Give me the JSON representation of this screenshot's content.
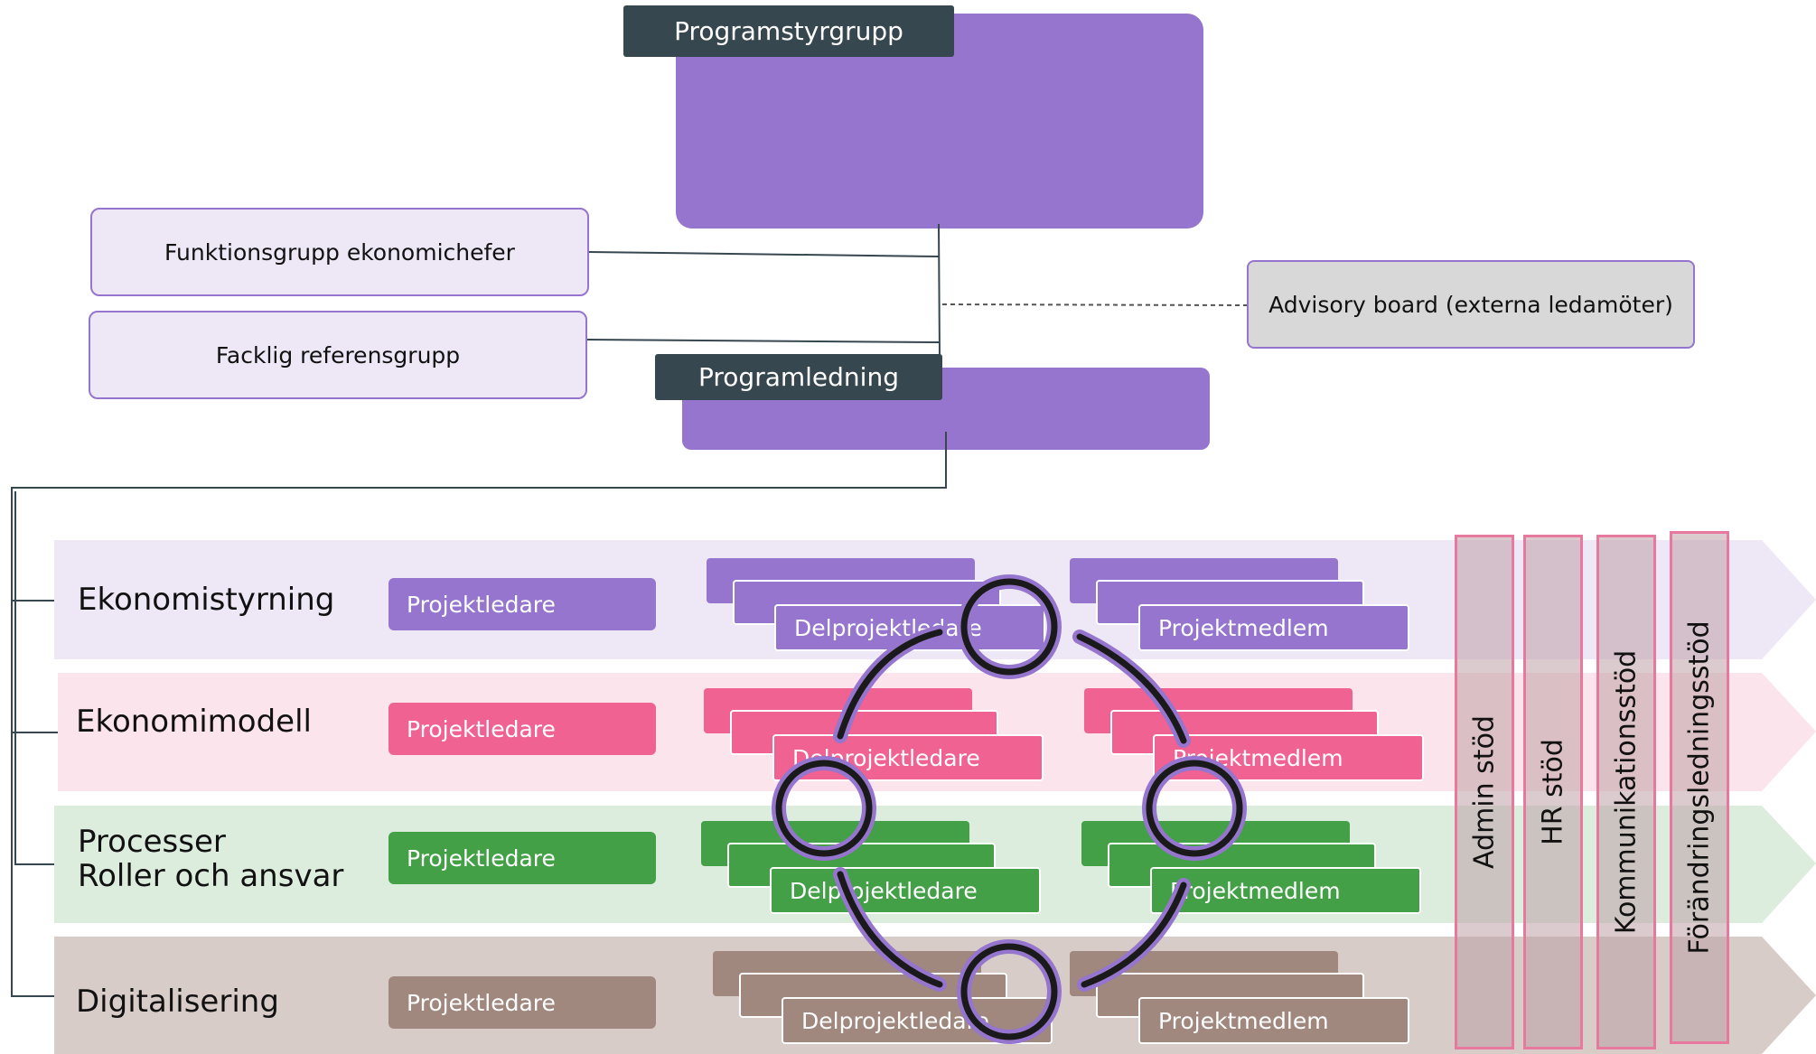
{
  "steering_group": {
    "title": "Programstyrgrupp"
  },
  "program_management": {
    "title": "Programledning"
  },
  "side_groups": {
    "functional_group": "Funktionsgrupp ekonomichefer",
    "union_reference": "Facklig referensgrupp",
    "advisory_board": "Advisory board (externa ledamöter)"
  },
  "lanes": [
    {
      "label": "Ekonomistyrning",
      "color": "#9575cd",
      "bg": "#ede7f6",
      "project_lead": "Projektledare",
      "sub_lead": "Delprojektledare",
      "member": "Projektmedlem"
    },
    {
      "label": "Ekonomimodell",
      "color": "#f06292",
      "bg": "#fce4ec",
      "project_lead": "Projektledare",
      "sub_lead": "Delprojektledare",
      "member": "Projektmedlem"
    },
    {
      "label": "Processer\nRoller och ansvar",
      "color": "#43a047",
      "bg": "#dcedde",
      "project_lead": "Projektledare",
      "sub_lead": "Delprojektledare",
      "member": "Projektmedlem"
    },
    {
      "label": "Digitalisering",
      "color": "#a1887f",
      "bg": "#d7ccc8",
      "project_lead": "Projektledare",
      "sub_lead": "Delprojektledare",
      "member": "Projektmedlem"
    }
  ],
  "support_columns": [
    "Admin stöd",
    "HR stöd",
    "Kommunikationsstöd",
    "Förändringsledningsstöd"
  ],
  "icons": {
    "cycle": "cycle-arrows-icon"
  }
}
